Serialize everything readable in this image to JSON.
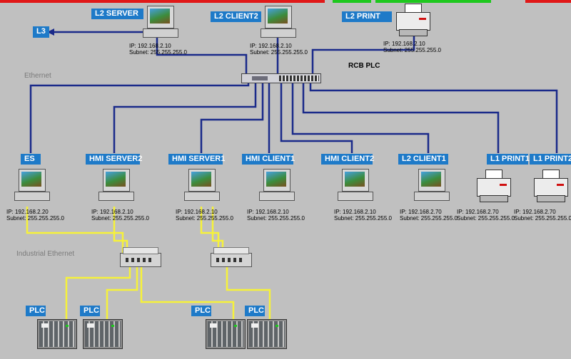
{
  "colors": {
    "ethernet": "#1a2a8a",
    "industrial": "#f6f23a",
    "label_bg": "#1e7ac8",
    "background": "#c0c0c0"
  },
  "l3": "L3",
  "sections": {
    "ethernet": "Ethernet",
    "industrial": "Industrial Ethernet"
  },
  "switch_title": "RCB PLC",
  "level2": [
    {
      "label": "L2 SERVER",
      "ip": "IP: 192.168.2.10",
      "subnet": "Subnet: 255.255.255.0",
      "icon": "computer-icon"
    },
    {
      "label": "L2 CLIENT2",
      "ip": "IP: 192.168.2.10",
      "subnet": "Subnet: 255.255.255.0",
      "icon": "computer-icon"
    },
    {
      "label": "L2 PRINT",
      "ip": "IP: 192.168.2.10",
      "subnet": "Subnet: 255.255.255.0",
      "icon": "printer-icon"
    }
  ],
  "level1": [
    {
      "label": "ES",
      "ip": "IP: 192.168.2.20",
      "subnet": "Subnet: 255.255.255.0",
      "icon": "computer-icon"
    },
    {
      "label": "HMI SERVER2",
      "ip": "IP: 192.168.2.10",
      "subnet": "Subnet: 255.255.255.0",
      "icon": "computer-icon"
    },
    {
      "label": "HMI SERVER1",
      "ip": "IP: 192.168.2.10",
      "subnet": "Subnet: 255.255.255.0",
      "icon": "computer-icon"
    },
    {
      "label": "HMI CLIENT1",
      "ip": "IP: 192.168.2.10",
      "subnet": "Subnet: 255.255.255.0",
      "icon": "computer-icon"
    },
    {
      "label": "HMI CLIENT2",
      "ip": "IP: 192.168.2.10",
      "subnet": "Subnet: 255.255.255.0",
      "icon": "computer-icon"
    },
    {
      "label": "L2 CLIENT1",
      "ip": "IP: 192.168.2.70",
      "subnet": "Subnet: 255.255.255.0",
      "icon": "computer-icon"
    },
    {
      "label": "L1 PRINT1",
      "ip": "IP: 192.168.2.70",
      "subnet": "Subnet: 255.255.255.0",
      "icon": "printer-icon"
    },
    {
      "label": "L1 PRINT2",
      "ip": "IP: 192.168.2.70",
      "subnet": "Subnet: 255.255.255.0",
      "icon": "printer-icon"
    }
  ],
  "plcs": [
    "PLC",
    "PLC",
    "PLC",
    "PLC"
  ]
}
